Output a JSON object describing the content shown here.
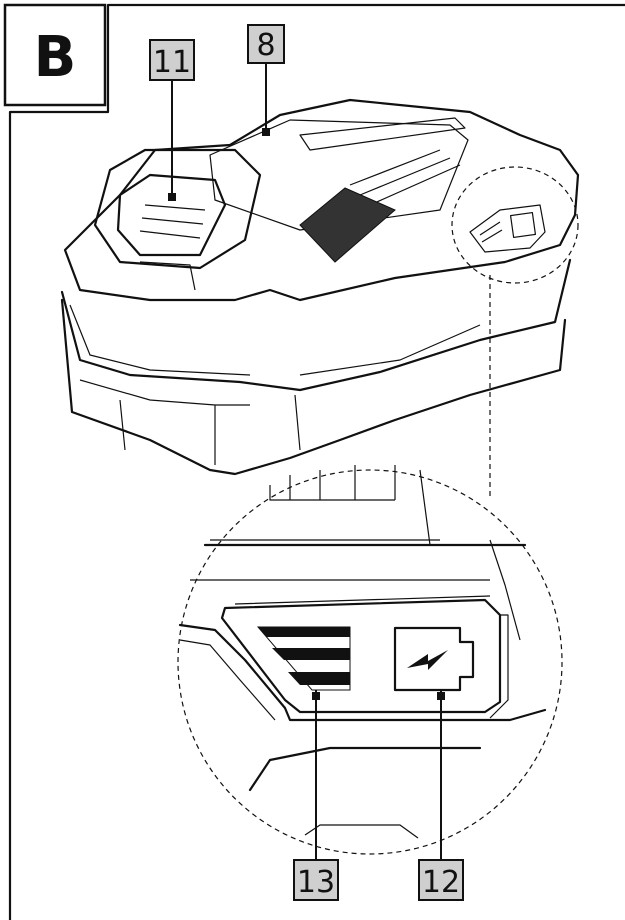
{
  "panel": {
    "letter": "B"
  },
  "callouts": {
    "c11": "11",
    "c8": "8",
    "c13": "13",
    "c12": "12"
  },
  "colors": {
    "line": "#111111",
    "callout_fill": "#cfcfcf",
    "background": "#ffffff"
  },
  "icons": {
    "level_indicator": "fuel-gauge-bars-icon",
    "charge_indicator": "battery-charge-icon"
  }
}
